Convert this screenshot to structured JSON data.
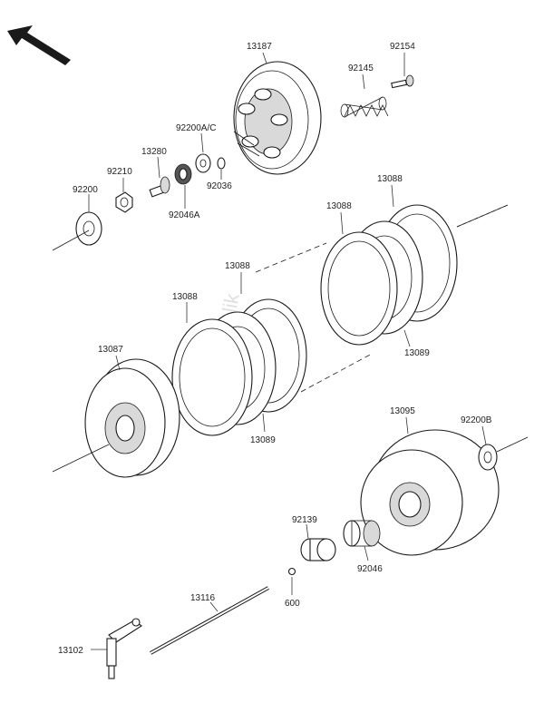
{
  "watermark": "PartsRepublik",
  "parts": [
    {
      "id": "lbl-13187",
      "number": "13187"
    },
    {
      "id": "lbl-92154",
      "number": "92154"
    },
    {
      "id": "lbl-92145",
      "number": "92145"
    },
    {
      "id": "lbl-92200ac",
      "number": "92200A/C"
    },
    {
      "id": "lbl-13280",
      "number": "13280"
    },
    {
      "id": "lbl-92210",
      "number": "92210"
    },
    {
      "id": "lbl-92200",
      "number": "92200"
    },
    {
      "id": "lbl-92036",
      "number": "92036"
    },
    {
      "id": "lbl-92046a",
      "number": "92046A"
    },
    {
      "id": "lbl-13088-a",
      "number": "13088"
    },
    {
      "id": "lbl-13088-b",
      "number": "13088"
    },
    {
      "id": "lbl-13088-c",
      "number": "13088"
    },
    {
      "id": "lbl-13088-d",
      "number": "13088"
    },
    {
      "id": "lbl-13089-a",
      "number": "13089"
    },
    {
      "id": "lbl-13089-b",
      "number": "13089"
    },
    {
      "id": "lbl-13087",
      "number": "13087"
    },
    {
      "id": "lbl-13095",
      "number": "13095"
    },
    {
      "id": "lbl-92200b",
      "number": "92200B"
    },
    {
      "id": "lbl-92139",
      "number": "92139"
    },
    {
      "id": "lbl-92046",
      "number": "92046"
    },
    {
      "id": "lbl-600",
      "number": "600"
    },
    {
      "id": "lbl-13116",
      "number": "13116"
    },
    {
      "id": "lbl-13102",
      "number": "13102"
    }
  ]
}
